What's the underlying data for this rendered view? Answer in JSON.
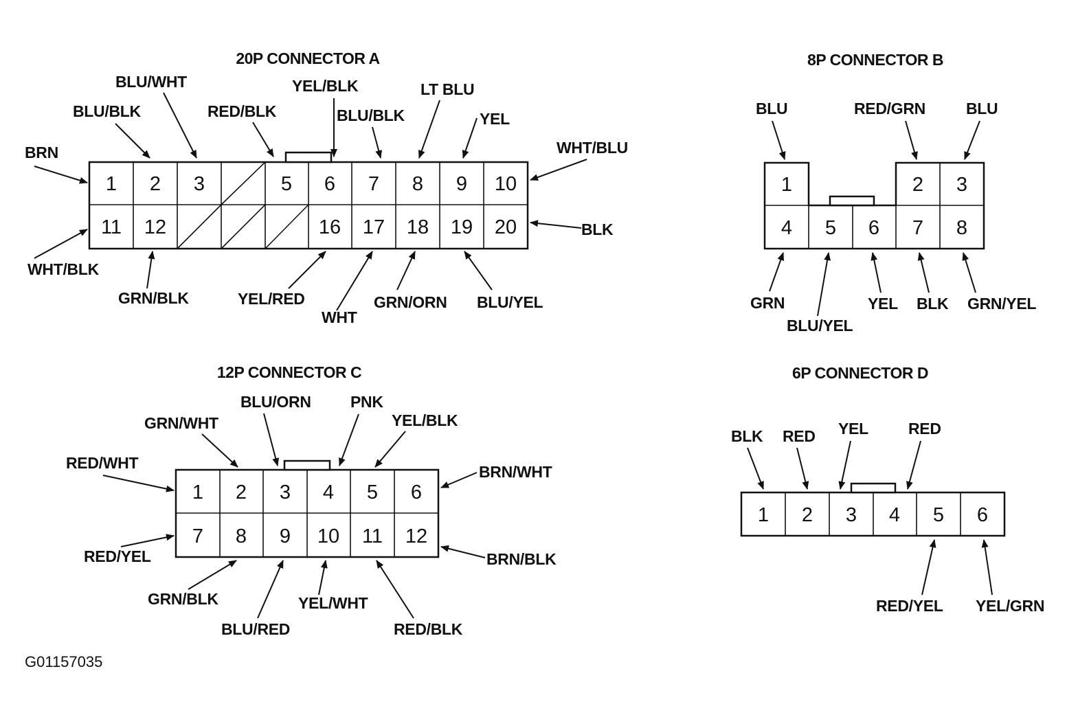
{
  "figure_id": "G01157035",
  "connectors": {
    "a": {
      "title": "20P CONNECTOR A",
      "top_pins": [
        "1",
        "2",
        "3",
        "",
        "5",
        "6",
        "7",
        "8",
        "9",
        "10"
      ],
      "bottom_pins": [
        "11",
        "12",
        "",
        "",
        "",
        "16",
        "17",
        "18",
        "19",
        "20"
      ],
      "wires": {
        "p1": "BRN",
        "p2": "BLU/BLK",
        "p3": "BLU/WHT",
        "p5": "RED/BLK",
        "p6": "YEL/BLK",
        "p7": "BLU/BLK",
        "p8": "LT BLU",
        "p9": "YEL",
        "p10": "WHT/BLU",
        "p11": "WHT/BLK",
        "p12": "GRN/BLK",
        "p16": "YEL/RED",
        "p17": "WHT",
        "p18": "GRN/ORN",
        "p19": "BLU/YEL",
        "p20": "BLK"
      }
    },
    "b": {
      "title": "8P CONNECTOR B",
      "top_pins": [
        "1",
        "2",
        "3"
      ],
      "bottom_pins": [
        "4",
        "5",
        "6",
        "7",
        "8"
      ],
      "wires": {
        "p1": "BLU",
        "p2": "RED/GRN",
        "p3": "BLU",
        "p4": "GRN",
        "p5": "BLU/YEL",
        "p6": "YEL",
        "p7": "BLK",
        "p8": "GRN/YEL"
      }
    },
    "c": {
      "title": "12P CONNECTOR C",
      "top_pins": [
        "1",
        "2",
        "3",
        "4",
        "5",
        "6"
      ],
      "bottom_pins": [
        "7",
        "8",
        "9",
        "10",
        "11",
        "12"
      ],
      "wires": {
        "p1": "RED/WHT",
        "p2": "GRN/WHT",
        "p3": "BLU/ORN",
        "p4": "PNK",
        "p5": "YEL/BLK",
        "p6": "BRN/WHT",
        "p7": "RED/YEL",
        "p8": "GRN/BLK",
        "p9": "BLU/RED",
        "p10": "YEL/WHT",
        "p11": "RED/BLK",
        "p12": "BRN/BLK"
      }
    },
    "d": {
      "title": "6P CONNECTOR D",
      "pins": [
        "1",
        "2",
        "3",
        "4",
        "5",
        "6"
      ],
      "wires": {
        "p1": "BLK",
        "p2": "RED",
        "p3": "YEL",
        "p4": "RED",
        "p5": "RED/YEL",
        "p6": "YEL/GRN"
      }
    }
  }
}
